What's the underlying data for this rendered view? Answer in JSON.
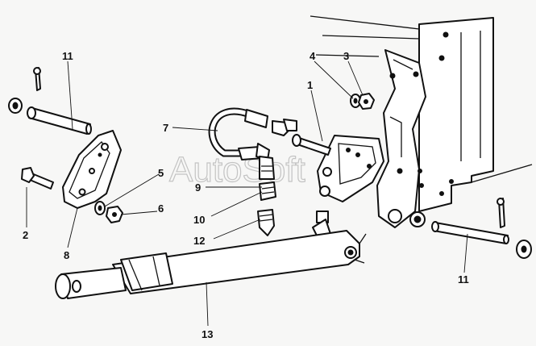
{
  "watermark": "AutoSoft",
  "callouts": {
    "c1": "1",
    "c2": "2",
    "c3": "3",
    "c4": "4",
    "c5": "5",
    "c6": "6",
    "c7": "7",
    "c8": "8",
    "c9": "9",
    "c10": "10",
    "c11a": "11",
    "c11b": "11",
    "c12": "12",
    "c13": "13"
  }
}
